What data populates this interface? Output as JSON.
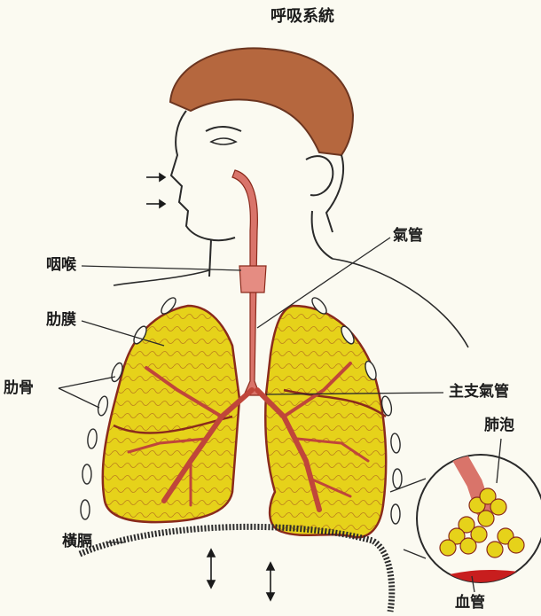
{
  "title": "呼吸系統",
  "labels": {
    "trachea": "氣管",
    "pharynx_larynx": "咽喉",
    "pleura": "肋膜",
    "ribs": "肋骨",
    "main_bronchus": "主支氣管",
    "alveoli": "肺泡",
    "diaphragm": "橫膈",
    "blood_vessel": "血管"
  },
  "colors": {
    "lung_fill": "#e6d21a",
    "lung_outline": "#8a2a1c",
    "airway": "#d9746a",
    "skin_outline": "#2a2a2a",
    "hair": "#b5673e",
    "vessel": "#c81e1e",
    "background": "#fbfaf1"
  },
  "icons": {
    "nose_arrows": "arrow-right-icon",
    "diaphragm_arrows": "arrow-up-down-icon"
  }
}
